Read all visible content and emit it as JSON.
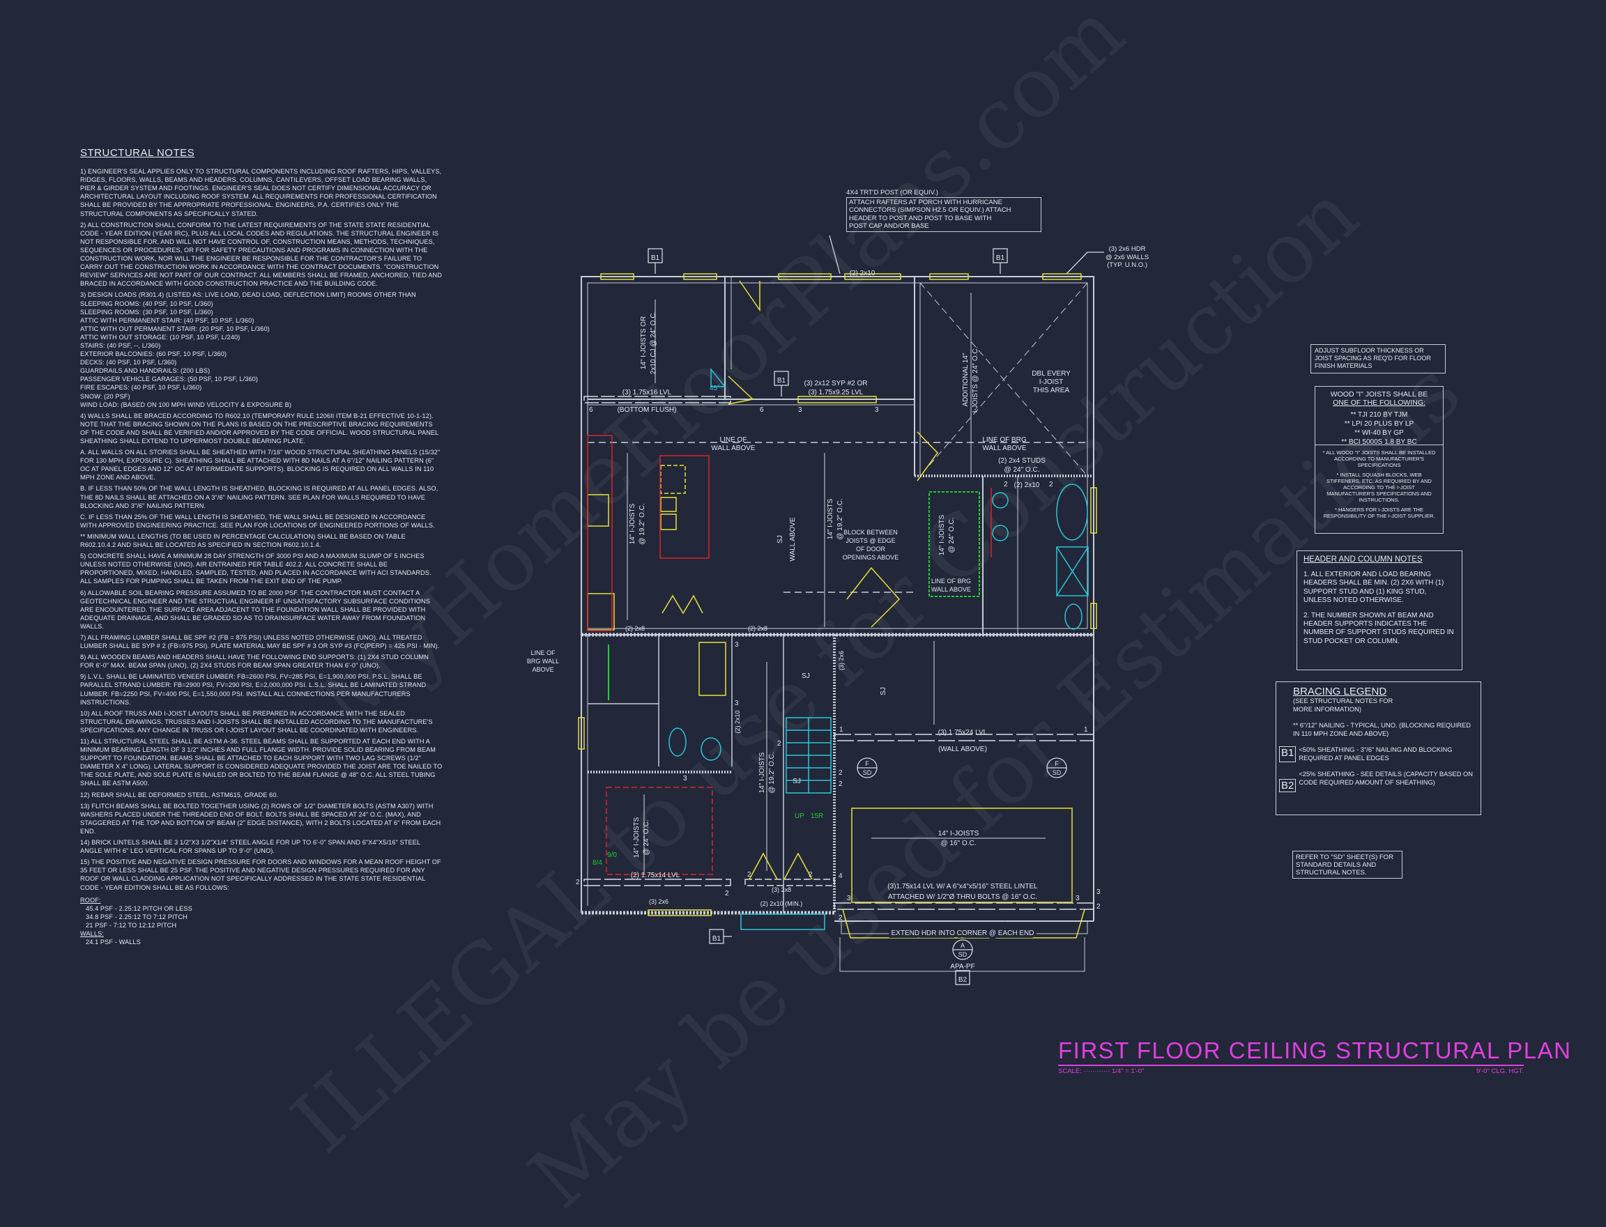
{
  "notes": {
    "title": "STRUCTURAL NOTES",
    "paragraphs": [
      "1) ENGINEER'S SEAL APPLIES ONLY TO STRUCTURAL COMPONENTS INCLUDING ROOF RAFTERS, HIPS, VALLEYS, RIDGES, FLOORS, WALLS, BEAMS AND HEADERS, COLUMNS, CANTILEVERS, OFFSET LOAD BEARING WALLS, PIER & GIRDER SYSTEM AND FOOTINGS. ENGINEER'S SEAL DOES NOT CERTIFY DIMENSIONAL ACCURACY OR ARCHITECTURAL LAYOUT INCLUDING ROOF SYSTEM. ALL REQUIREMENTS FOR PROFESSIONAL CERTIFICATION SHALL BE PROVIDED BY THE APPROPRIATE PROFESSIONAL.  ENGINEERS, P.A. CERTIFIES ONLY THE STRUCTURAL COMPONENTS AS SPECIFICALLY STATED.",
      "2) ALL CONSTRUCTION SHALL CONFORM TO THE LATEST REQUIREMENTS OF THE STATE STATE RESIDENTIAL CODE - YEAR EDITION (YEAR IRC), PLUS ALL LOCAL CODES AND REGULATIONS. THE STRUCTURAL ENGINEER IS NOT RESPONSIBLE FOR, AND WILL NOT HAVE CONTROL OF, CONSTRUCTION MEANS, METHODS, TECHNIQUES, SEQUENCES OR PROCEDURES, OR FOR SAFETY PRECAUTIONS AND PROGRAMS IN CONNECTION WITH THE CONSTRUCTION WORK, NOR WILL THE ENGINEER BE RESPONSIBLE FOR THE CONTRACTOR'S FAILURE TO CARRY OUT THE CONSTRUCTION WORK IN ACCORDANCE WITH THE CONTRACT DOCUMENTS. \"CONSTRUCTION REVIEW\" SERVICES ARE NOT PART OF OUR CONTRACT. ALL MEMBERS SHALL BE FRAMED, ANCHORED, TIED AND BRACED IN ACCORDANCE WITH GOOD CONSTRUCTION PRACTICE AND THE BUILDING CODE."
    ],
    "loads_intro": "3) DESIGN LOADS (R301.4) (LISTED AS: LIVE LOAD, DEAD LOAD, DEFLECTION LIMIT) ROOMS OTHER THAN SLEEPING ROOMS: (40 PSF, 10 PSF, L/360)",
    "loads": [
      "SLEEPING ROOMS: (30 PSF, 10 PSF, L/360)",
      "ATTIC WITH PERMANENT STAIR: (40 PSF, 10 PSF, L/360)",
      "ATTIC WITH OUT PERMANENT STAIR: (20 PSF, 10 PSF, L/360)",
      "ATTIC WITH OUT STORAGE: (10 PSF, 10 PSF, L/240)",
      "STAIRS: (40 PSF, --, L/360)",
      "EXTERIOR BALCONIES: (60 PSF, 10 PSF, L/360)",
      "DECKS: (40 PSF, 10 PSF, L/360)",
      "GUARDRAILS AND HANDRAILS: (200 LBS)",
      "PASSENGER VEHICLE GARAGES: (50 PSF, 10 PSF, L/360)",
      "FIRE ESCAPES: (40 PSF, 10 PSF, L/360)",
      "SNOW: (20      PSF)",
      "WIND LOAD: (BASED ON 100 MPH WIND VELOCITY & EXPOSURE B)"
    ],
    "paragraphs2": [
      "4) WALLS SHALL BE BRACED ACCORDING TO R602.10 (TEMPORARY RULE 1206II ITEM B-21 EFFECTIVE 10-1-12). NOTE THAT THE BRACING SHOWN ON THE PLANS IS BASED ON THE PRESCRIPTIVE BRACING REQUIREMENTS OF THE CODE AND SHALL BE VERIFIED AND/OR APPROVED BY THE CODE OFFICIAL. WOOD STRUCTURAL PANEL SHEATHING SHALL EXTEND TO UPPERMOST DOUBLE BEARING PLATE.",
      "a. ALL WALLS ON ALL STORIES SHALL BE SHEATHED WITH 7/16\" WOOD STRUCTURAL SHEATHING PANELS (15/32\" FOR 130 MPH, EXPOSURE C). SHEATHING SHALL BE ATTACHED WITH 8d NAILS AT A 6\"/12\" NAILING PATTERN (6\" OC AT PANEL EDGES AND 12\" OC AT INTERMEDIATE SUPPORTS). BLOCKING IS REQUIRED ON ALL WALLS IN 110 MPH ZONE AND ABOVE.",
      "b. IF LESS THAN 50% OF THE WALL LENGTH IS SHEATHED, BLOCKING IS REQUIRED AT ALL PANEL EDGES. ALSO, THE 8d NAILS SHALL BE ATTACHED ON A 3\"/6\" NAILING PATTERN. SEE PLAN FOR WALLS REQUIRED TO HAVE BLOCKING AND 3\"/6\" NAILING PATTERN.",
      "c. IF LESS THAN 25% OF THE WALL LENGTH IS SHEATHED, THE WALL SHALL BE DESIGNED IN ACCORDANCE WITH APPROVED ENGINEERING PRACTICE. SEE PLAN FOR LOCATIONS OF ENGINEERED PORTIONS OF WALLS.",
      "** MINIMUM WALL LENGTHS (TO BE USED IN PERCENTAGE CALCULATION) SHALL BE BASED ON TABLE R602.10.4.2 AND SHALL BE LOCATED AS SPECIFIED IN SECTION R602.10.1.4.",
      "5) CONCRETE SHALL HAVE A MINIMUM 28 DAY STRENGTH OF 3000 PSI AND A MAXIMUM SLUMP OF 5 INCHES UNLESS NOTED OTHERWISE (UNO). AIR ENTRAINED PER TABLE 402.2. ALL CONCRETE SHALL BE PROPORTIONED, MIXED, HANDLED, SAMPLED, TESTED, AND PLACED IN ACCORDANCE WITH ACI STANDARDS. ALL SAMPLES FOR PUMPING SHALL BE TAKEN FROM THE EXIT END OF THE PUMP.",
      "6) ALLOWABLE SOIL BEARING PRESSURE ASSUMED TO BE 2000 PSF. THE CONTRACTOR MUST CONTACT A GEOTECHNICAL ENGINEER AND THE STRUCTUAL ENGINEER IF UNSATISFACTORY SUBSURFACE CONDITIONS ARE ENCOUNTERED. THE SURFACE AREA ADJACENT TO THE FOUNDATION WALL SHALL BE PROVIDED WITH ADEQUATE DRAINAGE, AND SHALL BE GRADED SO AS TO DRAINSURFACE WATER AWAY FROM FOUNDATION WALLS.",
      "7) ALL FRAMING LUMBER SHALL BE SPF #2 (Fb = 875 PSI) UNLESS NOTED OTHERWISE (UNO). ALL TREATED LUMBER SHALL BE SYP # 2 (Fb=975 PSI). PLATE MATERIAL MAY BE SPF # 3 OR SYP #3 (Fc(perp) = 425 PSI - MIN).",
      "8) ALL WOODEN BEAMS AND HEADERS SHALL HAVE THE FOLLOWING END SUPPORTS: (1) 2x4 STUD COLUMN FOR 6'-0\" MAX. BEAM SPAN (UNO), (2) 2X4 STUDS FOR BEAM SPAN GREATER THAN 6'-0\" (UNO).",
      "9) L.V.L.  SHALL BE LAMINATED VENEER LUMBER: Fb=2600 PSI, Fv=285 PSI, E=1,900,000 PSI. P.S.L. SHALL BE PARALLEL STRAND LUMBER: Fb=2900 PSI, Fv=290 PSI, E=2,000,000 PSI. L.S.L.  SHALL BE LAMINATED STRAND LUMBER: Fb=2250 PSI, Fv=400 PSI, E=1,550,000 PSI. INSTALL ALL CONNECTIONS PER MANUFACTURERS INSTRUCTIONS.",
      "10) ALL ROOF TRUSS AND I-JOIST LAYOUTS SHALL BE PREPARED IN ACCORDANCE WITH THE SEALED STRUCTURAL DRAWINGS. TRUSSES AND I-JOISTS SHALL BE INSTALLED ACCORDING TO THE MANUFACTURE'S SPECIFICATIONS. ANY CHANGE IN TRUSS OR I-JOIST LAYOUT SHALL BE COORDINATED WITH  ENGINEERS.",
      "11) ALL STRUCTURAL STEEL SHALL BE ASTM A-36. STEEL BEAMS SHALL BE SUPPORTED AT EACH END WITH A MINIMUM BEARING LENGTH OF 3 1/2\" INCHES AND FULL FLANGE WIDTH. PROVIDE SOLID BEARING FROM BEAM SUPPORT TO FOUNDATION.  BEAMS SHALL BE ATTACHED TO EACH SUPPORT WITH TWO LAG SCREWS (1/2\" DIAMETER x 4\" LONG). LATERAL SUPPORT IS CONSIDERED ADEQUATE PROVIDED THE JOIST ARE TOE NAILED TO THE SOLE PLATE, AND SOLE PLATE IS NAILED OR BOLTED TO THE BEAM FLANGE @ 48\" O.C. ALL STEEL TUBING SHALL BE ASTM A500.",
      "12) REBAR SHALL BE DEFORMED STEEL, ASTM615, GRADE 60.",
      "13) FLITCH BEAMS SHALL BE BOLTED TOGETHER USING (2) ROWS OF 1/2\" DIAMETER BOLTS (ASTM A307) WITH WASHERS PLACED UNDER THE THREADED END OF BOLT. BOLTS SHALL BE SPACED AT 24\" O.C. (MAX), AND STAGGERED AT THE TOP AND BOTTOM OF BEAM (2\" EDGE DISTANCE), WITH 2 BOLTS LOCATED AT 6\" FROM EACH END.",
      "14) BRICK LINTELS SHALL BE 3 1/2\"x3 1/2\"x1/4\" STEEL ANGLE FOR UP TO 6'-0\" SPAN AND 6\"x4\"x5/16\" STEEL ANGLE WITH 6\" LEG VERTICAL FOR SPANS UP TO 9'-0\" (UNO).",
      "15) THE POSITIVE AND NEGATIVE DESIGN PRESSURE FOR DOORS AND WINDOWS FOR A MEAN ROOF HEIGHT OF 35 FEET OR LESS SHALL BE 25 PSF. THE POSITIVE AND NEGATIVE DESIGN PRESSURES REQUIRED FOR ANY ROOF OR WALL CLADDING APPLICATION NOT SPECIFICALLY ADDRESSED IN THE STATE STATE RESIDENTIAL CODE - YEAR EDITION SHALL BE AS FOLLOWS:"
    ],
    "roof_label": "ROOF:",
    "roof": [
      "45.4 PSF - 2.25:12 PITCH OR LESS",
      "34.8 PSF - 2.25:12 TO 7:12 PITCH",
      "21 PSF - 7:12 TO 12:12 PITCH"
    ],
    "walls_label": "WALLS:",
    "walls": [
      "24.1 PSF - WALLS"
    ]
  },
  "subfloor_note": "ADJUST SUBFLOOR THICKNESS OR JOIST SPACING AS REQ'D FOR FLOOR FINISH MATERIALS",
  "joists_box": {
    "title1": "WOOD \"I\" JOISTS SHALL BE",
    "title2": "ONE OF THE FOLLOWING:",
    "options": [
      "** TJI 210 BY TJM",
      "** LPI 20 PLUS BY LP",
      "** WI-40 BY GP",
      "** BCI 5000s 1.8 BY BC"
    ],
    "notes": [
      "* ALL WOOD \"I\" JOISTS SHALL BE INSTALLED ACCORDING TO MANUFACTURER'S SPECIFICATIONS",
      "* INSTALL SQUASH BLOCKS, WEB STIFFENERS, ETC. AS REQUIRED BY AND ACCORDING TO THE I-JOIST MANUFACTURER'S SPECIFICATIONS AND INSTRUCTIONS.",
      "* HANGERS FOR I-JOISTS ARE THE RESPONSIBILITY OF THE I-JOIST SUPPLIER."
    ]
  },
  "header_notes": {
    "title": "HEADER AND COLUMN NOTES",
    "items": [
      "1. ALL EXTERIOR AND LOAD BEARING HEADERS SHALL BE MIN. (2) 2x6 WITH (1) SUPPORT STUD AND (1) KING STUD, UNLESS NOTED OTHERWISE.",
      "2. THE NUMBER SHOWN AT BEAM AND HEADER SUPPORTS INDICATES THE NUMBER OF SUPPORT STUDS REQUIRED IN STUD POCKET OR COLUMN."
    ]
  },
  "bracing_legend": {
    "title": "BRACING LEGEND",
    "subtitle": "(SEE STRUCTURAL NOTES FOR MORE INFORMATION)",
    "typical": "** 6\"/12\" NAILING - TYPICAL, UNO. (BLOCKING REQUIRED IN 110 MPH ZONE AND ABOVE)",
    "b1_tag": "B1",
    "b1_text": "<50% SHEATHING - 3\"/6\" NAILING AND BLOCKING REQUIRED AT PANEL EDGES",
    "b2_tag": "B2",
    "b2_text": "<25% SHEATHING - SEE DETAILS (CAPACITY BASED ON CODE REQUIRED AMOUNT OF SHEATHING)"
  },
  "refer_note": "REFER TO \"SD\" SHEET(S) FOR STANDARD DETAILS AND STRUCTURAL NOTES.",
  "post_note": {
    "lead": "4x4 TRT'D POST (OR EQUIV.)",
    "lines": [
      "ATTACH RAFTERS AT PORCH WITH HURRICANE",
      "CONNECTORS (SIMPSON H2.5 OR EQUIV.) ATTACH",
      "HEADER TO POST AND POST TO BASE WITH",
      "POST CAP AND/OR BASE"
    ]
  },
  "hdr_note": [
    "(3) 2x6 HDR",
    "@ 2x6 WALLS",
    "(TYP. U.N.O.)"
  ],
  "plan": {
    "labels": [
      "(2) 2x10",
      "14\" I-JOISTS OR",
      "2x10 CJ @ 24\" O.C.",
      "45°",
      "(3) 1.75x16 LVL",
      "(BOTTOM FLUSH)",
      "(3) 2x12 SYP #2 OR",
      "(3) 1.75x9.25 LVL",
      "ADDITIONAL 14\"",
      "I-JOISTS @ 24\" O.C.",
      "DBL EVERY",
      "I-JOIST",
      "THIS AREA",
      "LINE OF",
      "WALL ABOVE",
      "LINE OF BRG",
      "WALL ABOVE",
      "(2) 2x4 STUDS",
      "@ 24\" O.C.",
      "(2) 2x10",
      "14\" I-JOISTS",
      "@ 19.2\" O.C.",
      "SJ",
      "WALL ABOVE",
      "14\" I-JOISTS",
      "@ 19.2\" O.C.",
      "BLOCK BETWEEN",
      "JOISTS @ EDGE",
      "OF DOOR",
      "OPENINGS ABOVE",
      "14\" I-JOISTS",
      "@ 24\" O.C.",
      "LINE OF BRG",
      "WALL ABOVE",
      "(2) 2x8",
      "(2) 2x8",
      "LINE OF",
      "BRG WALL",
      "ABOVE",
      "(3) 2x6",
      "SJ",
      "(2) 2x10",
      "SJ",
      "(3) 1.75x24 LVL",
      "(WALL ABOVE)",
      "14\" I-JOISTS",
      "@ 19.2\" O.C.",
      "SJ",
      "UP",
      "15R",
      "14\" I-JOISTS",
      "@ 24\" O.C.",
      "9/0",
      "8/4",
      "(2) 1.75x14 LVL",
      "(3) 2x8",
      "(2) 2x10 (MIN.)",
      "(3) 2x6",
      "14\" I-JOISTS",
      "@ 16\" O.C.",
      "(3)1.75x14 LVL W/ A 6\"x4\"x5/16\" STEEL LINTEL",
      "ATTACHED W/ 1/2\"Ø THRU BOLTS @ 16\" O.C.",
      "EXTEND HDR INTO CORNER @ EACH END",
      "APA-PF"
    ],
    "support_numbers": [
      "6",
      "6",
      "3",
      "3",
      "2",
      "2",
      "3",
      "3",
      "3",
      "1",
      "1",
      "2",
      "2",
      "2",
      "2",
      "2",
      "2",
      "2",
      "4",
      "3",
      "3",
      "3",
      "2",
      "2"
    ],
    "tags": {
      "b1": "B1",
      "b2": "B2",
      "f": "F",
      "a": "A",
      "sd": "SD"
    }
  },
  "title_block": {
    "title": "FIRST FLOOR CEILING STRUCTURAL PLAN",
    "scale": "SCALE: ············ 1/4\" = 1'-0\"",
    "height": "9'-0\" CLG. HGT."
  },
  "watermarks": [
    "MyHomeFloorPlans.com",
    "ILLEGAL to use for Construction",
    "May be used for Estimations"
  ],
  "colors": {
    "background": "#222739",
    "walls": "#c8ccd6",
    "windows": "#e6e23a",
    "title": "#e040e0",
    "fixtures": "#27c8d8",
    "cabinets": "#d8262a",
    "green": "#22cc33"
  }
}
